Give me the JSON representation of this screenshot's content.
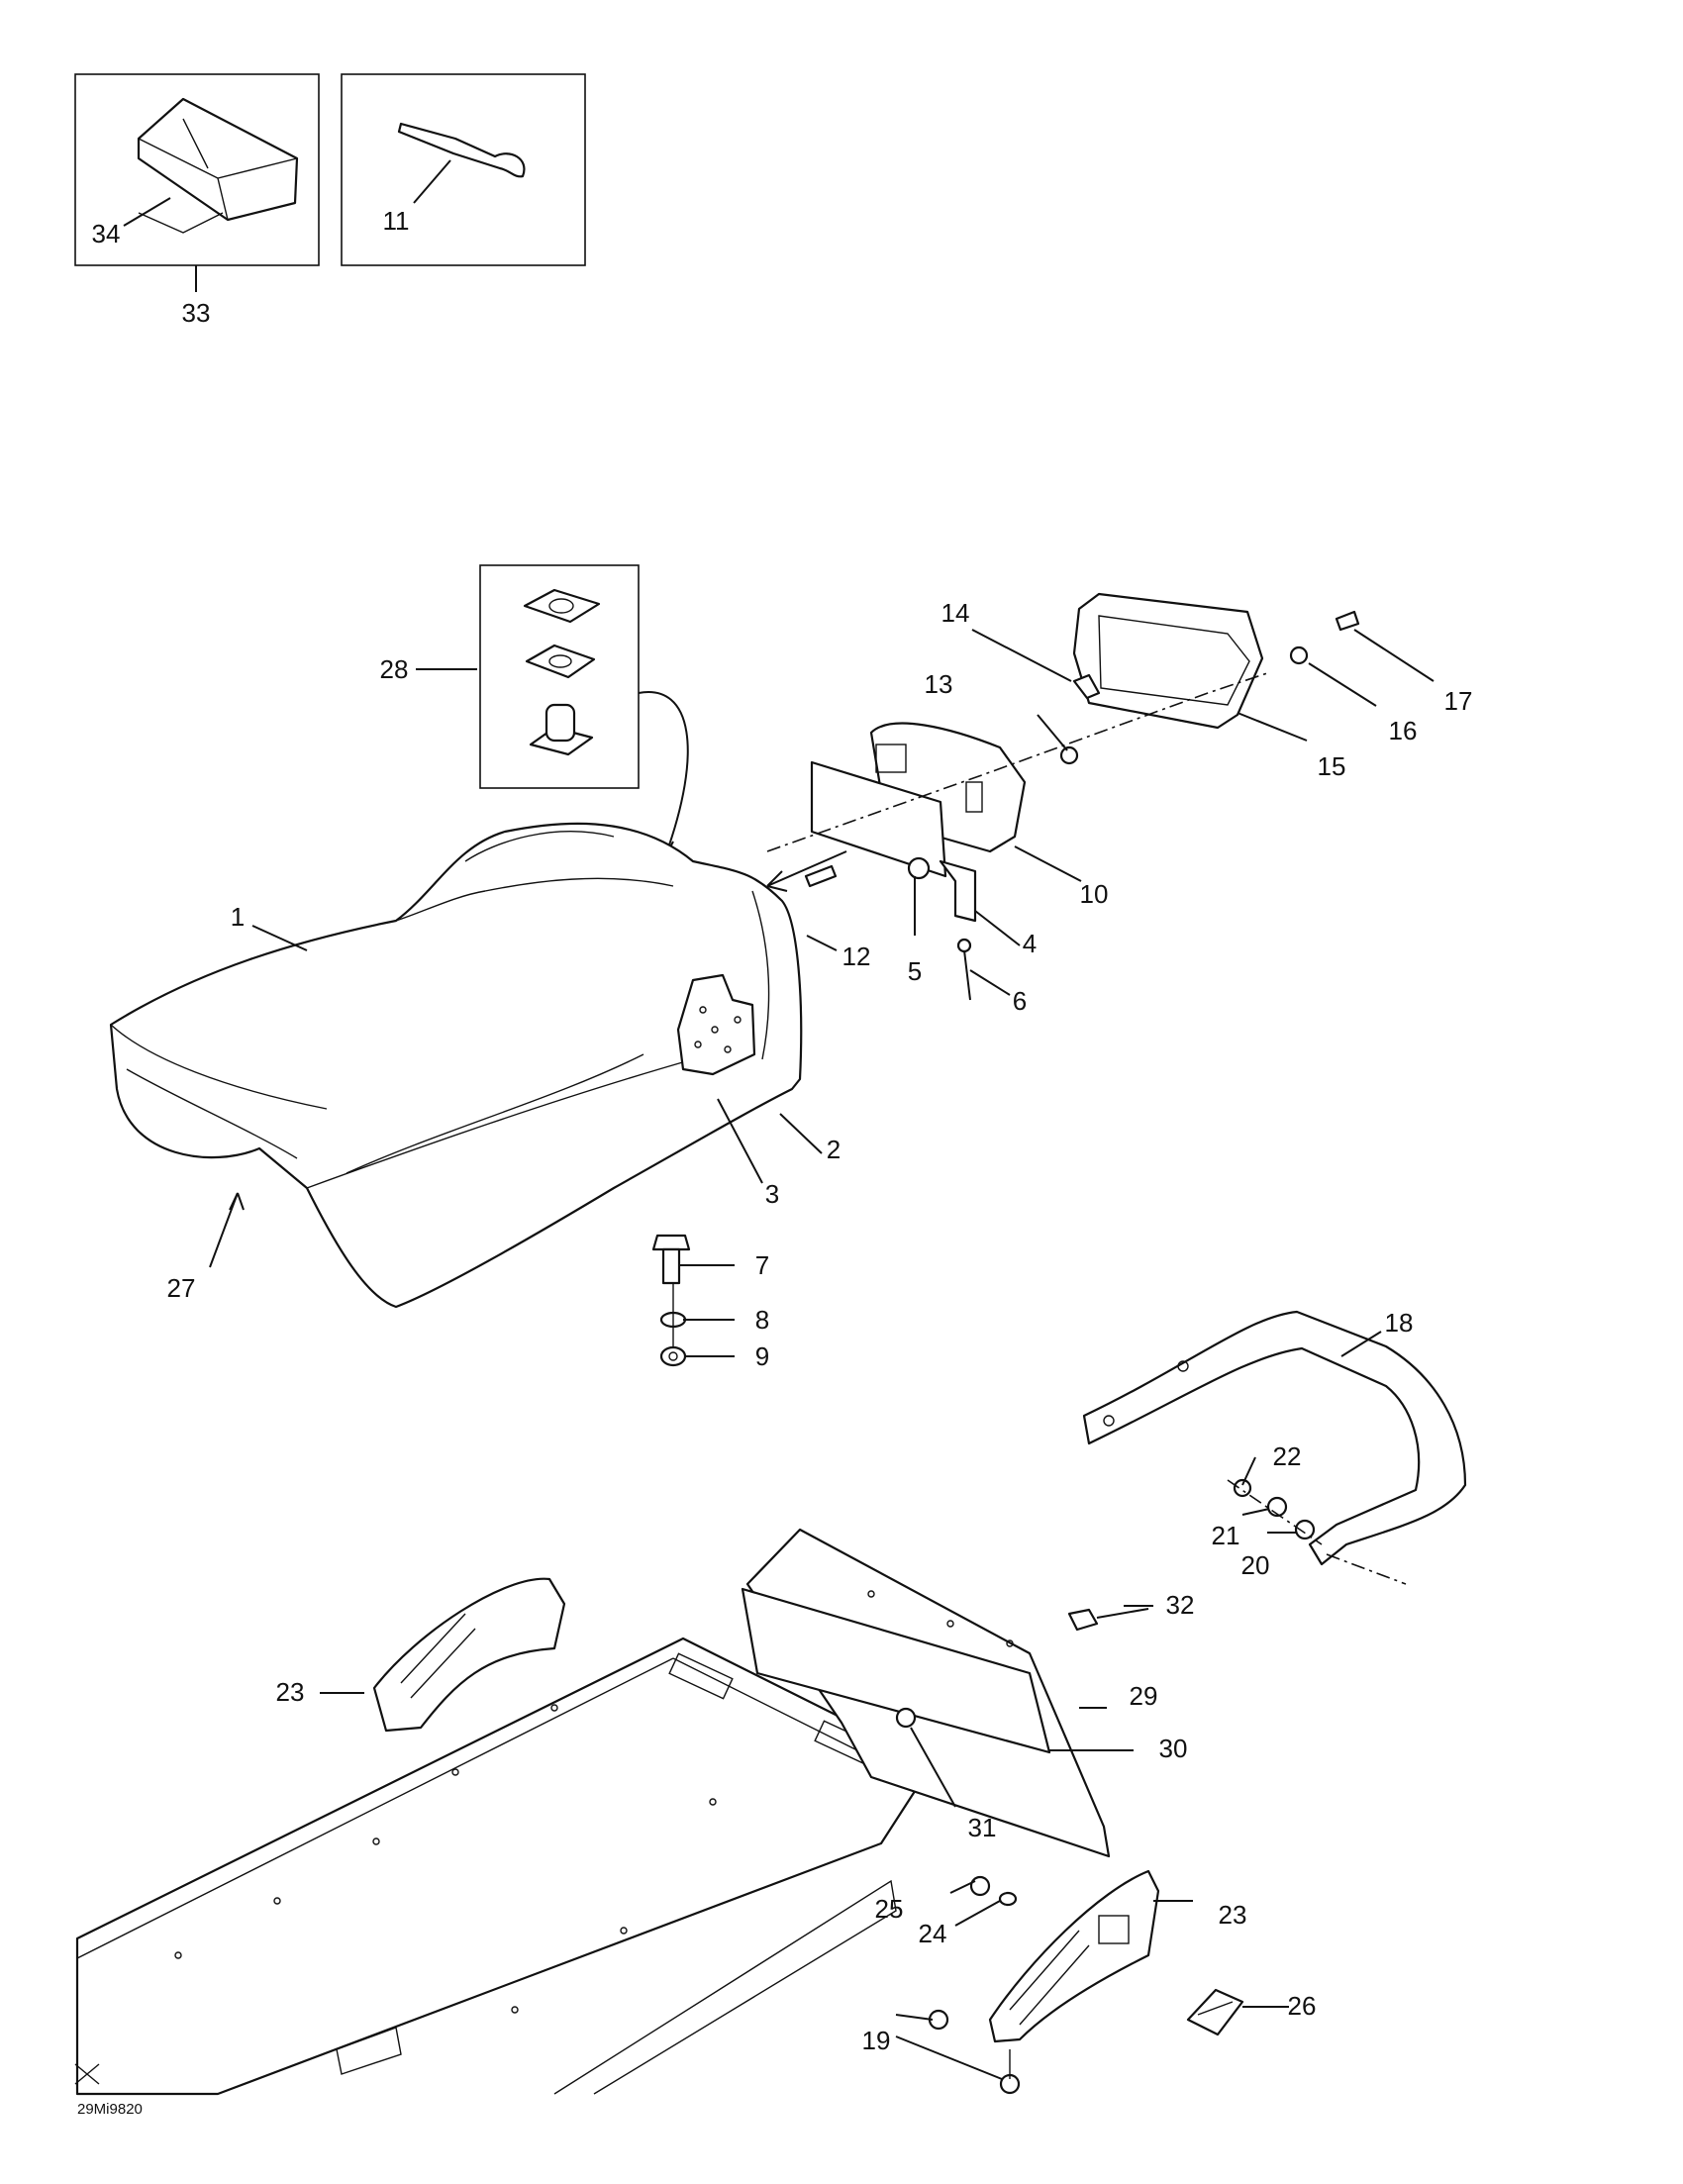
{
  "diagram": {
    "drawing_code": "29Mi9820",
    "callouts": [
      {
        "id": "1",
        "label": "1"
      },
      {
        "id": "2",
        "label": "2"
      },
      {
        "id": "3",
        "label": "3"
      },
      {
        "id": "4",
        "label": "4"
      },
      {
        "id": "5",
        "label": "5"
      },
      {
        "id": "6",
        "label": "6"
      },
      {
        "id": "7",
        "label": "7"
      },
      {
        "id": "8",
        "label": "8"
      },
      {
        "id": "9",
        "label": "9"
      },
      {
        "id": "10",
        "label": "10"
      },
      {
        "id": "11",
        "label": "11"
      },
      {
        "id": "12",
        "label": "12"
      },
      {
        "id": "13",
        "label": "13"
      },
      {
        "id": "14",
        "label": "14"
      },
      {
        "id": "15",
        "label": "15"
      },
      {
        "id": "16",
        "label": "16"
      },
      {
        "id": "17",
        "label": "17"
      },
      {
        "id": "18",
        "label": "18"
      },
      {
        "id": "19",
        "label": "19"
      },
      {
        "id": "20",
        "label": "20"
      },
      {
        "id": "21",
        "label": "21"
      },
      {
        "id": "22",
        "label": "22"
      },
      {
        "id": "23a",
        "label": "23"
      },
      {
        "id": "23b",
        "label": "23"
      },
      {
        "id": "24",
        "label": "24"
      },
      {
        "id": "25",
        "label": "25"
      },
      {
        "id": "26",
        "label": "26"
      },
      {
        "id": "27",
        "label": "27"
      },
      {
        "id": "28",
        "label": "28"
      },
      {
        "id": "29",
        "label": "29"
      },
      {
        "id": "30",
        "label": "30"
      },
      {
        "id": "31",
        "label": "31"
      },
      {
        "id": "32",
        "label": "32"
      },
      {
        "id": "33",
        "label": "33"
      },
      {
        "id": "34",
        "label": "34"
      }
    ]
  }
}
